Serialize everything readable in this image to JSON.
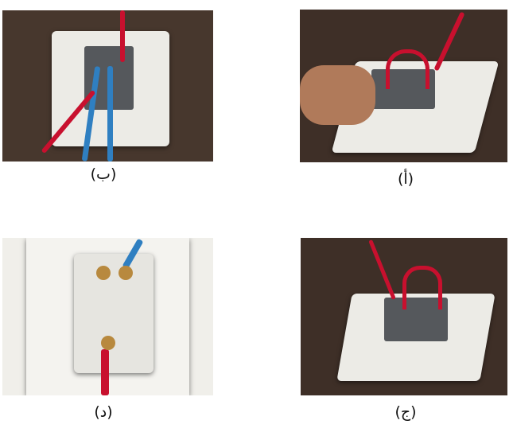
{
  "figures": [
    {
      "id": "b",
      "caption": "(ب)"
    },
    {
      "id": "a",
      "caption": "(أ)"
    },
    {
      "id": "d",
      "caption": "(د)"
    },
    {
      "id": "j",
      "caption": "(ج)"
    }
  ]
}
